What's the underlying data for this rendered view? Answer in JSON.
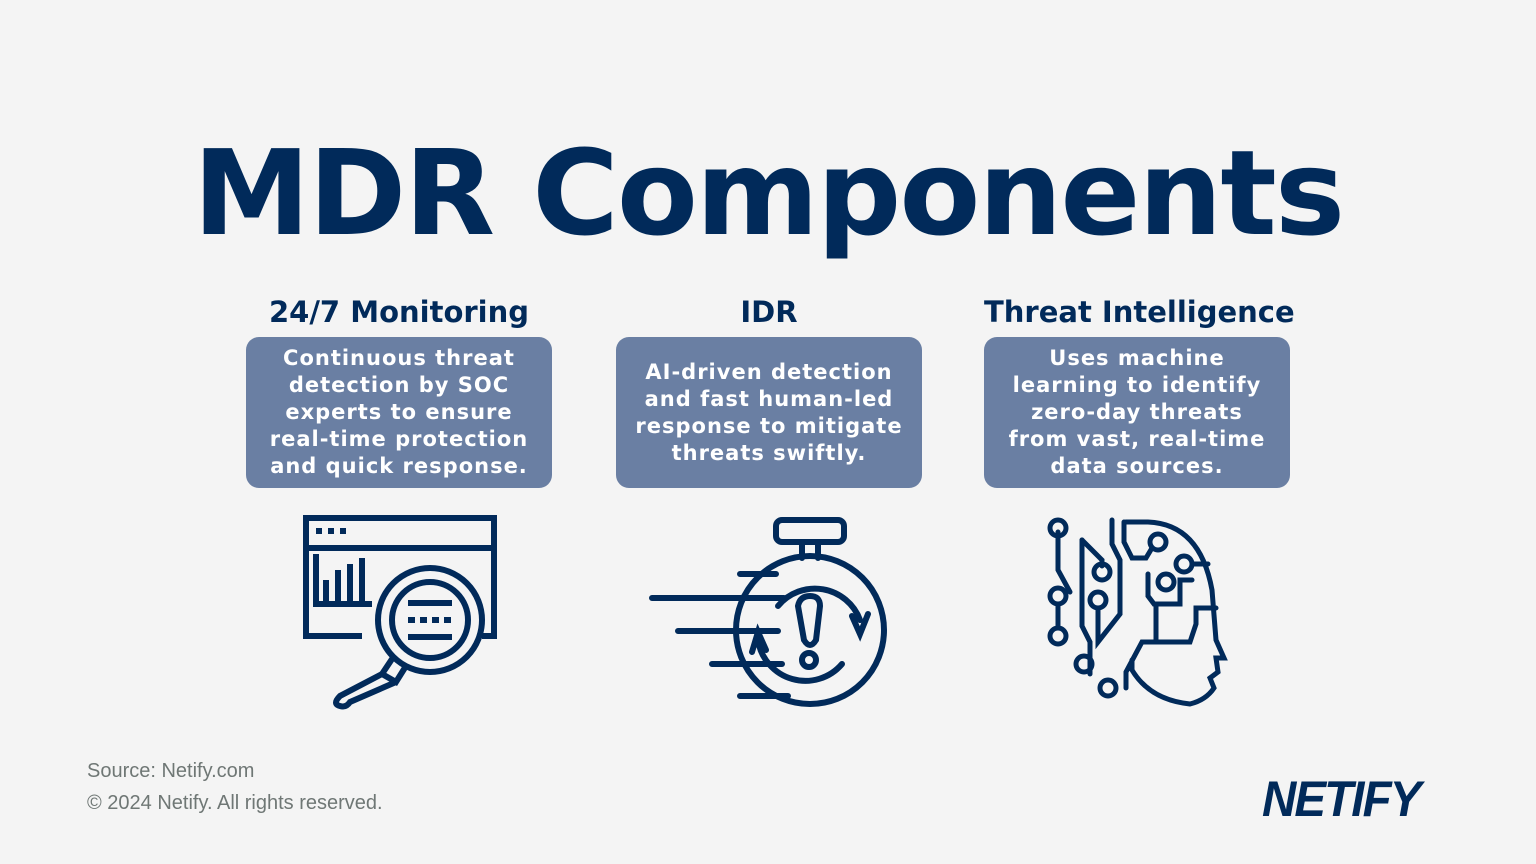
{
  "title": "MDR Components",
  "components": [
    {
      "heading": "24/7 Monitoring",
      "description": "Continuous threat\ndetection by SOC\nexperts to ensure\nreal-time protection\nand quick response.",
      "icon": "magnifier-dashboard-icon"
    },
    {
      "heading": "IDR",
      "description": "AI-driven detection\nand fast human-led\nresponse to mitigate\nthreats swiftly.",
      "icon": "stopwatch-alert-icon"
    },
    {
      "heading": "Threat Intelligence",
      "description": "Uses machine\nlearning to identify\nzero-day threats\nfrom vast, real-time\ndata sources.",
      "icon": "ai-head-circuit-icon"
    }
  ],
  "footer": {
    "source": "Source: Netify.com",
    "copyright": "© 2024 Netify. All rights reserved."
  },
  "logo": "NETIFY",
  "colors": {
    "background": "#f4f4f4",
    "navy": "#012a5a",
    "box": "#6a7fa3",
    "footer_text": "#6f7775"
  }
}
